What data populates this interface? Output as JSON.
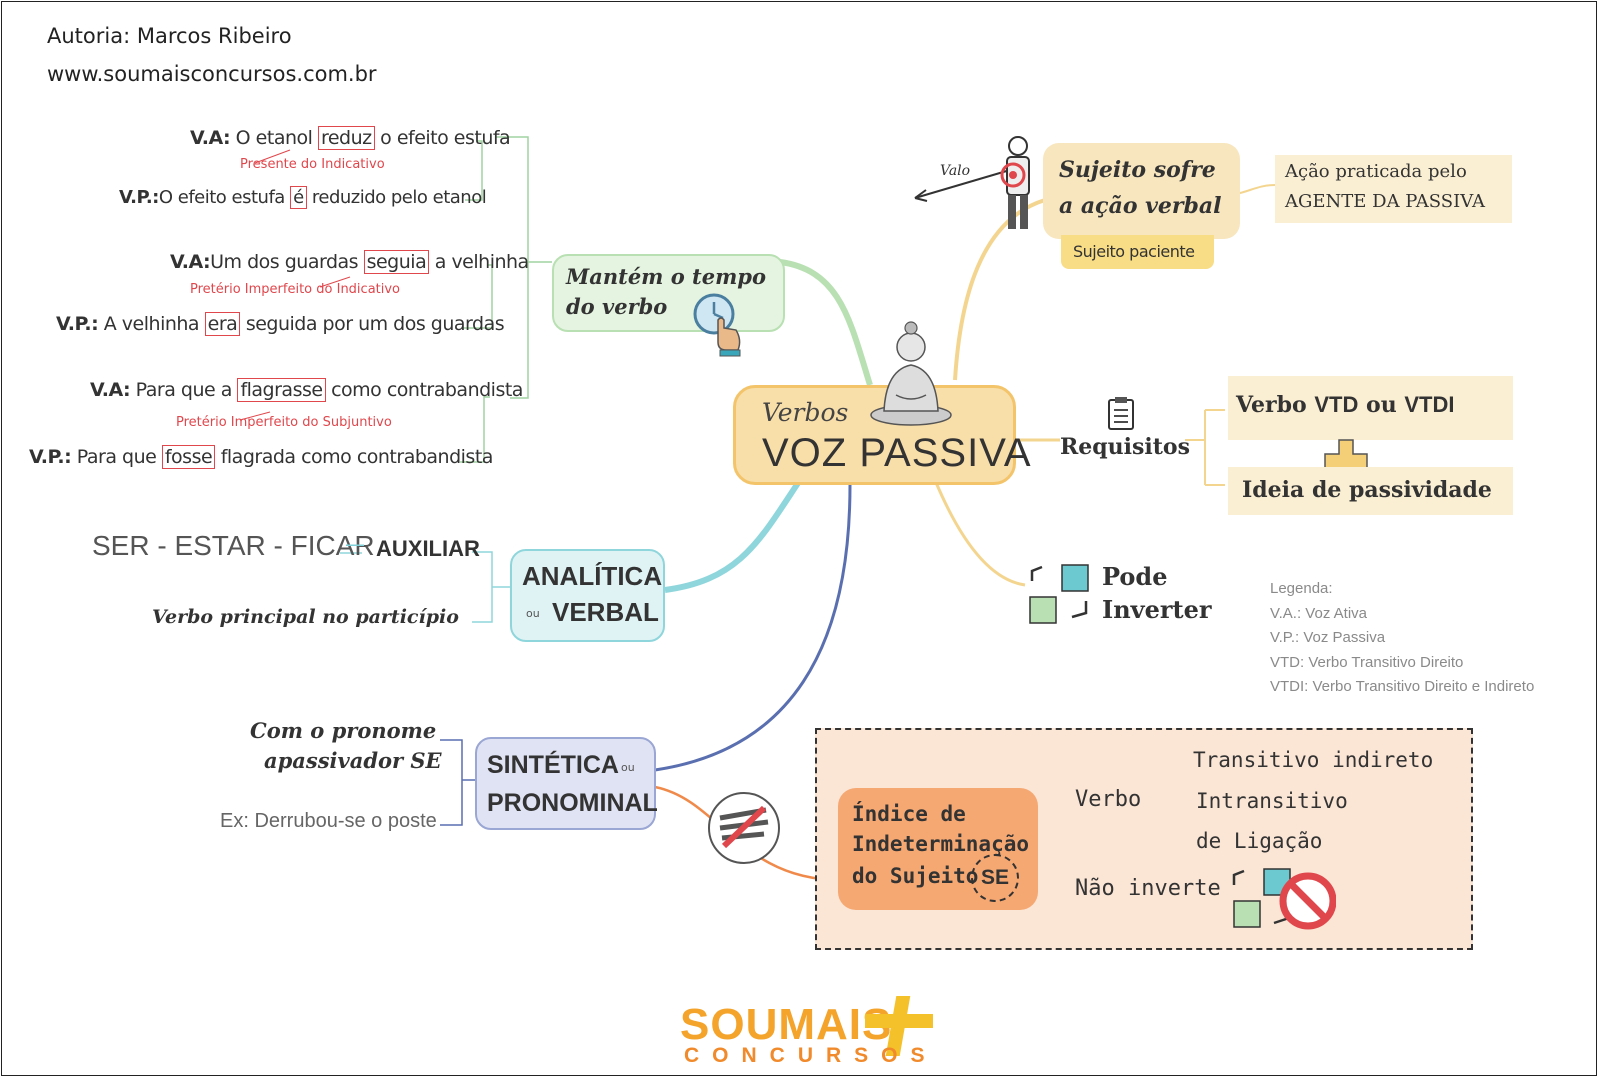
{
  "header": {
    "author": "Autoria: Marcos Ribeiro",
    "site": "www.soumaisconcursos.com.br"
  },
  "center": {
    "small": "Verbos",
    "big": "VOZ PASSIVA"
  },
  "tempo": {
    "title_l1": "Mantém o tempo",
    "title_l2": "do verbo",
    "ex1": {
      "va_label": "V.A:",
      "va_pre": " O etanol ",
      "va_box": "reduz",
      "va_post": " o efeito estufa",
      "note": "Presente do Indicativo",
      "vp_label": "V.P.:",
      "vp_pre": "O efeito estufa ",
      "vp_box": "é",
      "vp_post": " reduzido pelo etanol"
    },
    "ex2": {
      "va_label": "V.A:",
      "va_pre": "Um dos guardas ",
      "va_box": "seguia",
      "va_post": " a velhinha",
      "note": "Pretério Imperfeito do Indicativo",
      "vp_label": "V.P.:",
      "vp_pre": " A velhinha ",
      "vp_box": "era",
      "vp_post": " seguida por um dos guardas"
    },
    "ex3": {
      "va_label": "V.A:",
      "va_pre": "  Para que a ",
      "va_box": "flagrasse",
      "va_post": " como contrabandista",
      "note": "Pretério Imperfeito do Subjuntivo",
      "vp_label": "V.P.:",
      "vp_pre": " Para que ",
      "vp_box": "fosse",
      "vp_post": " flagrada como contrabandista"
    }
  },
  "analitica": {
    "title": "ANALÍTICA",
    "ou": "ou",
    "sub": "VERBAL",
    "ser": "SER - ESTAR - FICAR",
    "dash": "—",
    "aux": "AUXILIAR",
    "principal": "Verbo principal no particípio"
  },
  "sintetica": {
    "title": "SINTÉTICA",
    "ou": "ou",
    "sub": "PRONOMINAL",
    "pron_l1": "Com o pronome",
    "pron_l2": "apassivador SE",
    "ex": "Ex: Derrubou-se o poste"
  },
  "sujeito": {
    "valo": "Valo",
    "title_l1": "Sujeito sofre",
    "title_l2": "a ação verbal",
    "tag": "Sujeito paciente",
    "agente_l1": "Ação praticada pelo",
    "agente_l2": "AGENTE DA PASSIVA"
  },
  "requisitos": {
    "title": "Requisitos",
    "item1_pre": "Verbo ",
    "item1_vtd": "VTD",
    "item1_mid": " ou ",
    "item1_vtdi": "VTDI",
    "item2": "Ideia de passividade"
  },
  "inverter": {
    "l1": "Pode",
    "l2": "Inverter"
  },
  "legend": {
    "title": "Legenda:",
    "items": [
      "V.A.: Voz Ativa",
      "V.P.: Voz Passiva",
      "VTD: Verbo Transitivo Direito",
      "VTDI: Verbo Transitivo Direito e Indireto"
    ]
  },
  "indice": {
    "l1": "Índice de",
    "l2": "Indeterminação",
    "l3": "do Sujeito",
    "se": "SE",
    "verbo": "Verbo",
    "t1": "Transitivo indireto",
    "t2": "Intransitivo",
    "t3": "de Ligação",
    "nao": "Não inverte"
  },
  "logo": {
    "top": "SOUMAIS",
    "bottom": "CONCURSOS"
  },
  "colors": {
    "green": "#9fd4a0",
    "teal": "#7fd0d8",
    "blue": "#5a6fb0",
    "orange": "#f08a4b",
    "yellow": "#f0c66a",
    "red": "#e0474c"
  }
}
